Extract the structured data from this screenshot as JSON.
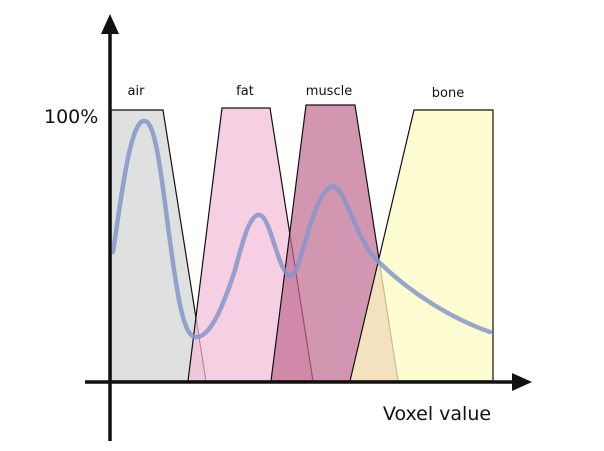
{
  "diagram": {
    "y_max_label": "100%",
    "x_axis_label": "Voxel value",
    "classes": [
      {
        "label": "air",
        "color": "#d9dbdb",
        "opacity": 0.85
      },
      {
        "label": "fat",
        "color": "#f4bcd7",
        "opacity": 0.72
      },
      {
        "label": "muscle",
        "color": "#c06d92",
        "opacity": 0.72
      },
      {
        "label": "bone",
        "color": "#fdfbc2",
        "opacity": 0.75
      }
    ],
    "histogram_color": "#8596c9"
  }
}
